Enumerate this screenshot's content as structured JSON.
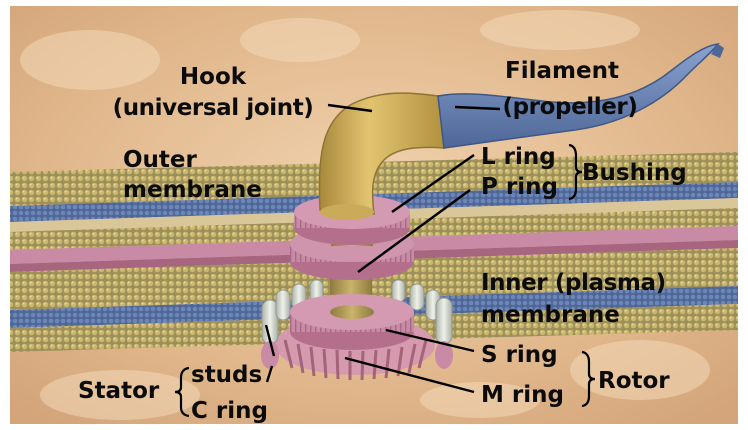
{
  "labels": {
    "hook": "Hook",
    "hook_role": "(universal joint)",
    "filament": "Filament",
    "filament_role": "(propeller)",
    "outer_membrane_1": "Outer",
    "outer_membrane_2": "membrane",
    "l_ring": "L ring",
    "p_ring": "P ring",
    "bushing": "Bushing",
    "inner_membrane_1": "Inner (plasma)",
    "inner_membrane_2": "membrane",
    "s_ring": "S ring",
    "m_ring": "M ring",
    "rotor": "Rotor",
    "stator": "Stator",
    "studs": "studs",
    "c_ring": "C ring"
  },
  "colors": {
    "background": "#e6c19a",
    "lipid_head": "#c8b36a",
    "outer_band": "#5b73a6",
    "inner_band": "#b86a8a",
    "hook": "#d3b25c",
    "filament": "#6e87b6",
    "ring": "#c98da8",
    "stud": "#d6dccf",
    "label": "#0b0b0b"
  }
}
